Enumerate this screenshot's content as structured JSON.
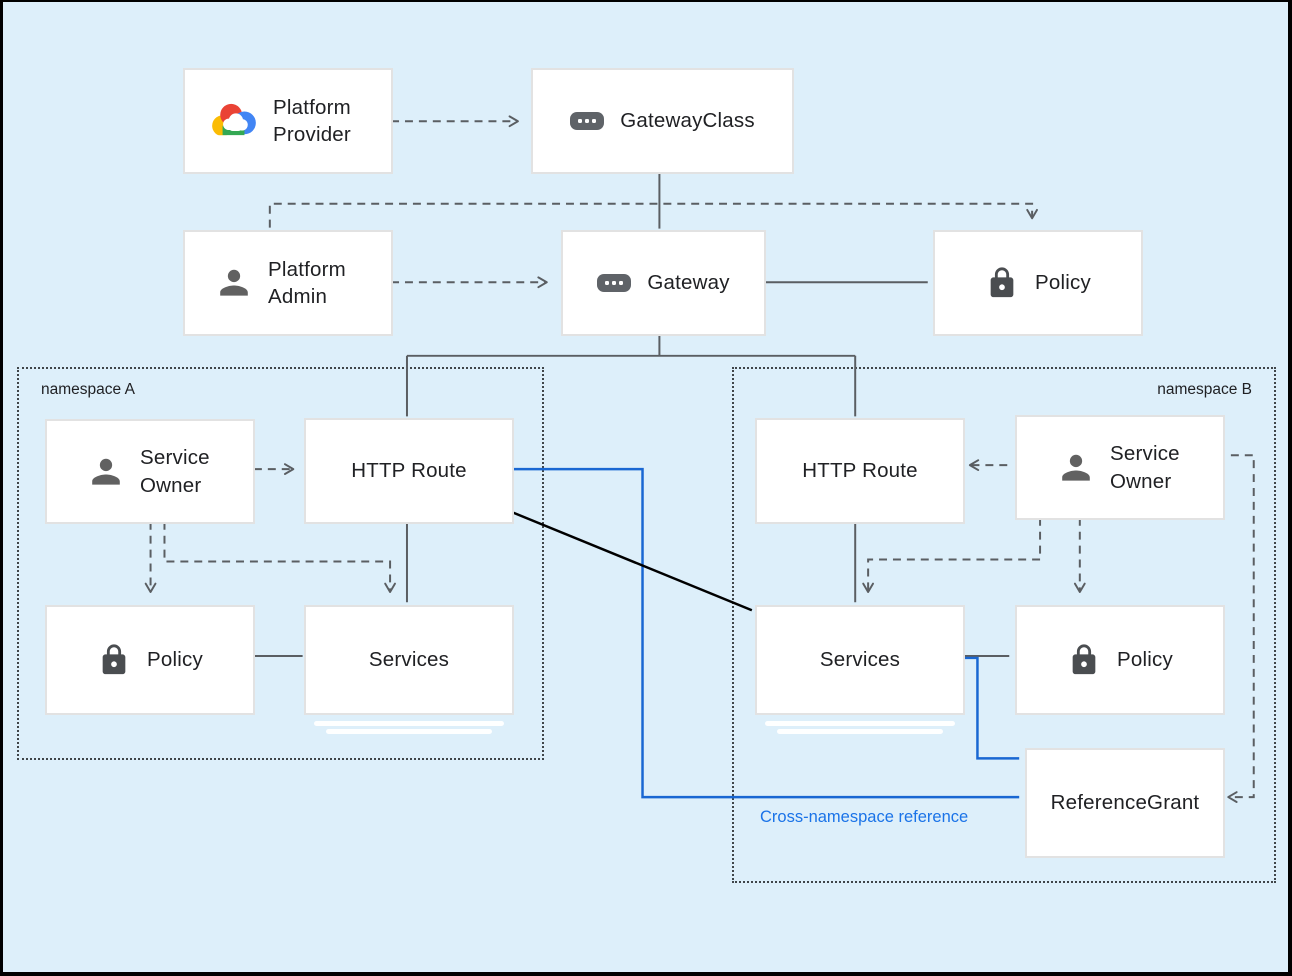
{
  "namespaces": {
    "a": {
      "label": "namespace A"
    },
    "b": {
      "label": "namespace B"
    }
  },
  "nodes": {
    "platform_provider": {
      "label": "Platform Provider",
      "icon": "google-cloud-icon"
    },
    "gateway_class": {
      "label": "GatewayClass",
      "icon": "resource-chip-icon"
    },
    "platform_admin": {
      "label": "Platform Admin",
      "icon": "person-icon"
    },
    "gateway": {
      "label": "Gateway",
      "icon": "resource-chip-icon"
    },
    "policy_top": {
      "label": "Policy",
      "icon": "lock-icon"
    },
    "service_owner_a": {
      "label": "Service Owner",
      "icon": "person-icon"
    },
    "http_route_a": {
      "label": "HTTP Route"
    },
    "policy_a": {
      "label": "Policy",
      "icon": "lock-icon"
    },
    "services_a": {
      "label": "Services"
    },
    "http_route_b": {
      "label": "HTTP Route"
    },
    "service_owner_b": {
      "label": "Service Owner",
      "icon": "person-icon"
    },
    "services_b": {
      "label": "Services"
    },
    "policy_b": {
      "label": "Policy",
      "icon": "lock-icon"
    },
    "reference_grant": {
      "label": "ReferenceGrant"
    }
  },
  "edge_labels": {
    "cross_namespace": "Cross-namespace reference"
  },
  "colors": {
    "background": "#ddeffa",
    "node_fill": "#ffffff",
    "node_border": "#e2e2e2",
    "line_gray": "#5a5e62",
    "line_blue": "#1967d2",
    "line_black": "#000000",
    "label_text": "#202124",
    "blue_label_text": "#1a73e8",
    "icon_gray": "#5f6368",
    "lock_gray": "#4a4d50",
    "gcp_red": "#ea4335",
    "gcp_blue": "#4285f4",
    "gcp_green": "#34a853",
    "gcp_yellow": "#fbbc04"
  }
}
